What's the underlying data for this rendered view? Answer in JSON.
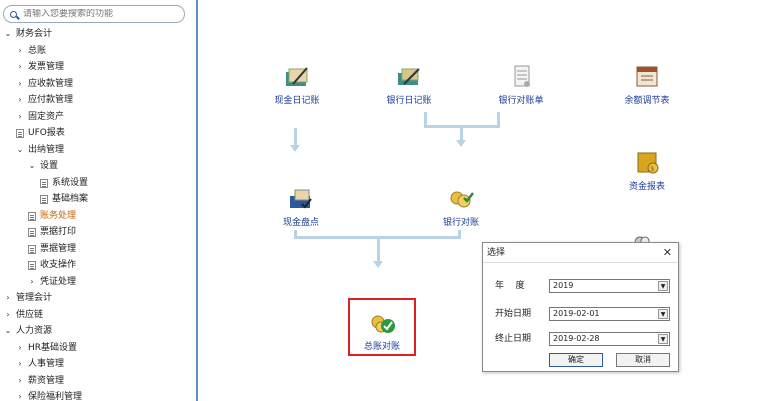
{
  "search": {
    "placeholder": "请输入您要搜索的功能"
  },
  "tree": [
    {
      "label": "财务会计",
      "depth": 0,
      "type": "group",
      "expanded": true
    },
    {
      "label": "总账",
      "depth": 1,
      "type": "group",
      "expanded": false
    },
    {
      "label": "发票管理",
      "depth": 1,
      "type": "group",
      "expanded": false
    },
    {
      "label": "应收款管理",
      "depth": 1,
      "type": "group",
      "expanded": false
    },
    {
      "label": "应付款管理",
      "depth": 1,
      "type": "group",
      "expanded": false
    },
    {
      "label": "固定资产",
      "depth": 1,
      "type": "group",
      "expanded": false
    },
    {
      "label": "UFO报表",
      "depth": 1,
      "type": "doc"
    },
    {
      "label": "出纳管理",
      "depth": 1,
      "type": "group",
      "expanded": true
    },
    {
      "label": "设置",
      "depth": 2,
      "type": "group",
      "expanded": true
    },
    {
      "label": "系统设置",
      "depth": 3,
      "type": "doc"
    },
    {
      "label": "基础档案",
      "depth": 3,
      "type": "doc"
    },
    {
      "label": "账务处理",
      "depth": 2,
      "type": "doc",
      "active": true
    },
    {
      "label": "票据打印",
      "depth": 2,
      "type": "doc"
    },
    {
      "label": "票据管理",
      "depth": 2,
      "type": "doc"
    },
    {
      "label": "收支操作",
      "depth": 2,
      "type": "doc"
    },
    {
      "label": "凭证处理",
      "depth": 2,
      "type": "group",
      "expanded": false
    },
    {
      "label": "管理会计",
      "depth": 0,
      "type": "group",
      "expanded": false
    },
    {
      "label": "供应链",
      "depth": 0,
      "type": "group",
      "expanded": false
    },
    {
      "label": "人力资源",
      "depth": 0,
      "type": "group",
      "expanded": true
    },
    {
      "label": "HR基础设置",
      "depth": 1,
      "type": "group",
      "expanded": false
    },
    {
      "label": "人事管理",
      "depth": 1,
      "type": "group",
      "expanded": false
    },
    {
      "label": "薪资管理",
      "depth": 1,
      "type": "group",
      "expanded": false
    },
    {
      "label": "保险福利管理",
      "depth": 1,
      "type": "group",
      "expanded": false
    }
  ],
  "functions": {
    "cash_journal": "现金日记账",
    "bank_journal": "银行日记账",
    "bank_statement": "银行对账单",
    "balance_adjust": "余额调节表",
    "fund_report": "资金报表",
    "cash_count": "现金盘点",
    "bank_reconcile": "银行对账",
    "ledger_reconcile": "总账对账"
  },
  "dialog": {
    "title": "选择",
    "close": "✕",
    "year_label": "年    度",
    "year_value": "2019",
    "start_label": "开始日期",
    "start_value": "2019-02-01",
    "end_label": "终止日期",
    "end_value": "2019-02-28",
    "ok": "确定",
    "cancel": "取消"
  },
  "colors": {
    "accent": "#1a3c9c",
    "active_menu": "#c8600a",
    "highlight": "#e02020",
    "flow": "#b9d3e6"
  }
}
